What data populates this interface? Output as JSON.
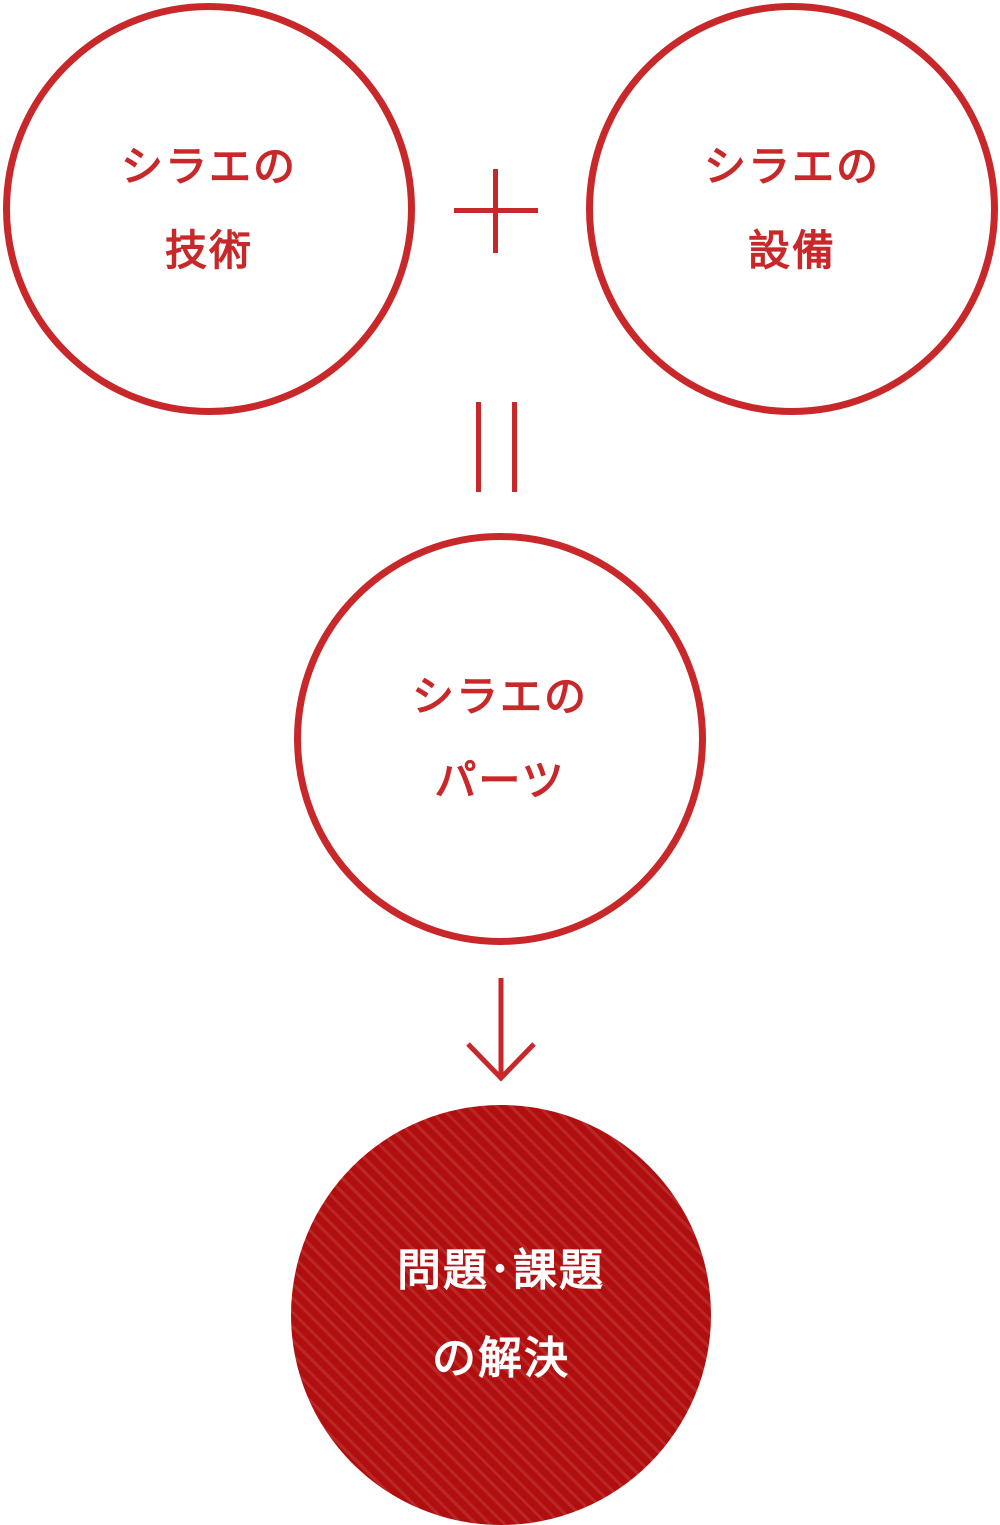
{
  "colors": {
    "accent_red": "#c8282a",
    "filled_red": "#b10f0f",
    "text_on_filled": "#ffffff"
  },
  "nodes": {
    "technology": {
      "line1": "シラエの",
      "line2": "技術"
    },
    "equipment": {
      "line1": "シラエの",
      "line2": "設備"
    },
    "parts": {
      "line1": "シラエの",
      "line2": "パーツ"
    },
    "solution": {
      "line1": "問題･課題",
      "line2": "の解決"
    }
  },
  "operators": {
    "plus": "plus-sign",
    "equals": "equals-sign",
    "arrow": "down-arrow-icon"
  }
}
